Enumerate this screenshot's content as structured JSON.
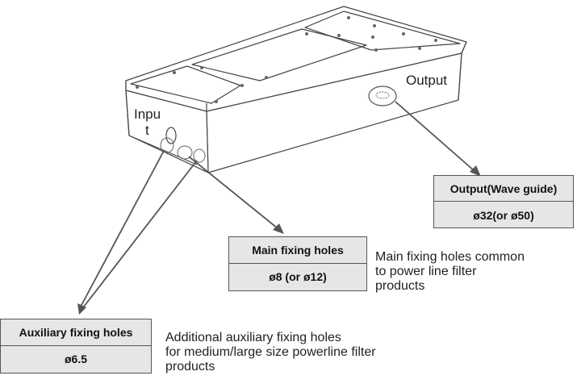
{
  "drawing": {
    "input_label_line1": "Inpu",
    "input_label_line2": "t",
    "output_label": "Output"
  },
  "callouts": {
    "output": {
      "title": "Output(Wave guide)",
      "value": "ø32(or ø50)"
    },
    "main": {
      "title": "Main fixing holes",
      "value": "ø8 (or  ø12)"
    },
    "auxiliary": {
      "title": "Auxiliary fixing holes",
      "value": "ø6.5"
    }
  },
  "notes": {
    "main": [
      "Main fixing holes common",
      "to power line filter",
      "products"
    ],
    "auxiliary": [
      "Additional auxiliary fixing holes",
      "for medium/large size powerline filter",
      "products"
    ]
  },
  "colors": {
    "box_fill": "#e6e6e6",
    "line": "#444444",
    "arrow": "#555555"
  }
}
